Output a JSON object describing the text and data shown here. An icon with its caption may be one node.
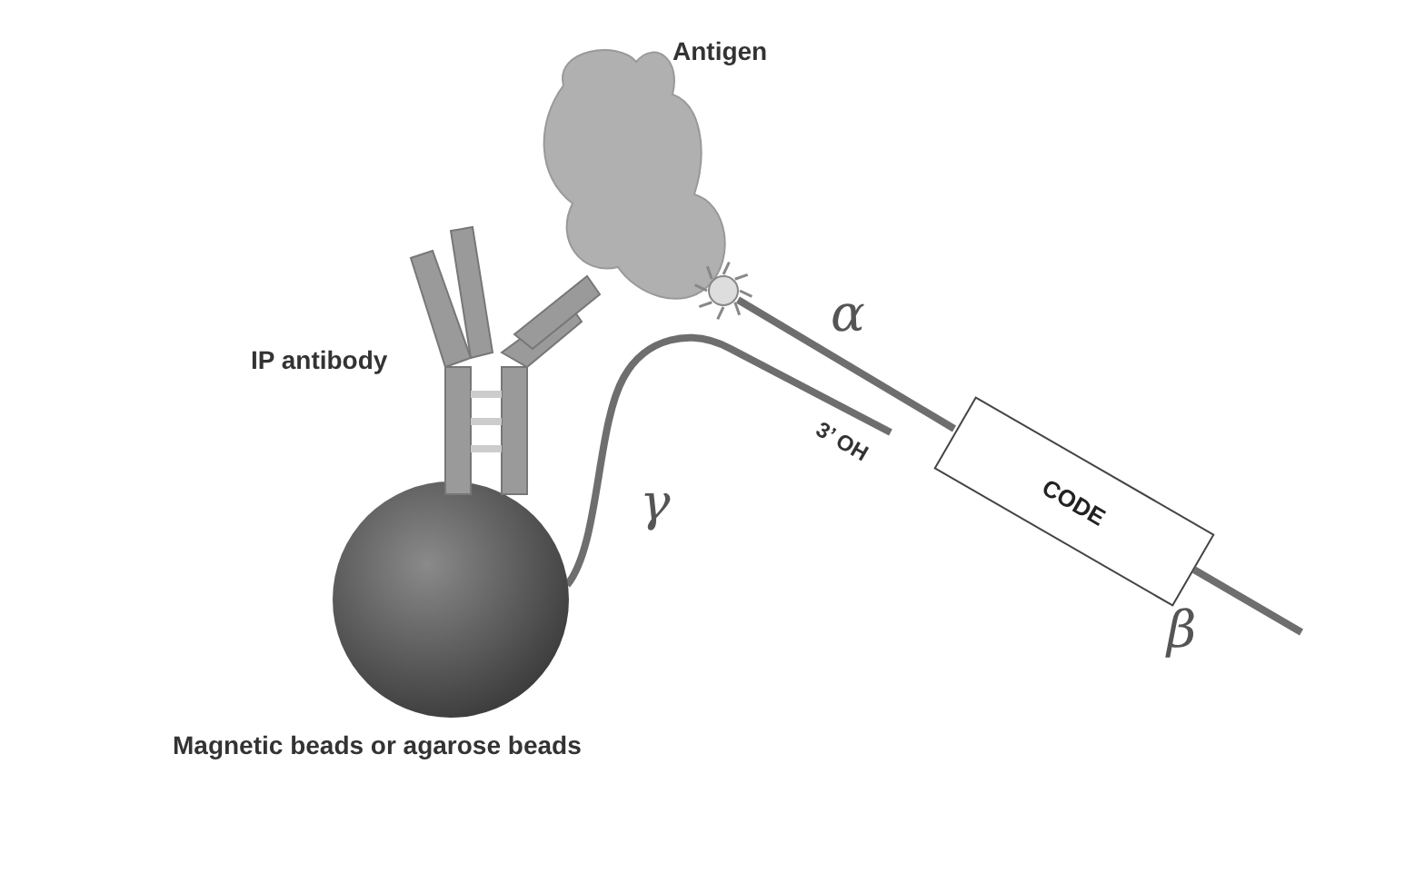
{
  "diagram": {
    "nodes": [
      {
        "text": [
          "Magnetic beads or agarose beads"
        ]
      },
      {
        "text": [
          "IP antibody"
        ]
      },
      {
        "text": [
          "Antigen"
        ]
      },
      {
        "text": [
          "CODE"
        ]
      }
    ],
    "edges": [
      {
        "from": 2,
        "to": 3,
        "arrow": "none",
        "label": "α"
      },
      {
        "from": 0,
        "to": null,
        "arrow": "none",
        "label": "γ"
      },
      {
        "from": 3,
        "to": null,
        "arrow": "none",
        "label": "β"
      }
    ],
    "labels": [
      "3’ OH"
    ]
  }
}
